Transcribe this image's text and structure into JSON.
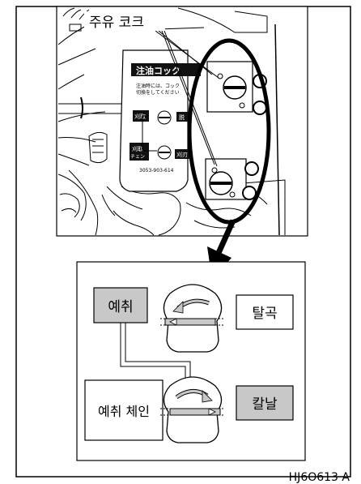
{
  "callout": {
    "label": "주유 코크"
  },
  "photo": {
    "panel_title": "注油コック",
    "panel_line1": "注油時には、コック",
    "panel_line2": "切換をしてください",
    "panel_tag_left": "刈取",
    "panel_tag_left2a": "刈取",
    "panel_tag_left2b": "チェン",
    "panel_tag_right": "脱",
    "panel_tag_right2": "刈刃",
    "panel_part_no": "3053-903-614"
  },
  "detail": {
    "top_left_label": "예취",
    "top_right_label": "탈곡",
    "bottom_left_label": "예취 체인",
    "bottom_right_label": "칼날"
  },
  "figure_id": "HJ6O613 A",
  "colors": {
    "box_fill": "#c8c8c8",
    "line": "#000000",
    "background": "#ffffff"
  }
}
